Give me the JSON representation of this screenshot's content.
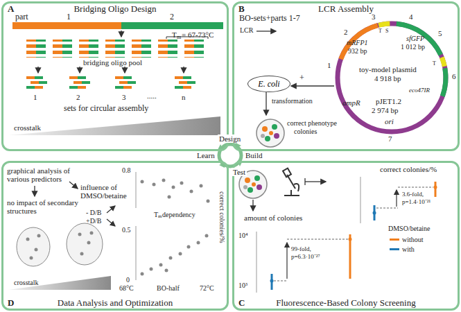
{
  "diagram": {
    "nodes": [
      {
        "text": [
          "A",
          "Bridging Oligo Design"
        ]
      },
      {
        "text": [
          "B",
          "LCR Assembly"
        ]
      },
      {
        "text": [
          "E. coli"
        ],
        "in": 1
      },
      {
        "text": [
          "D",
          "Data Analysis and Optimization"
        ]
      },
      {
        "text": [
          "C",
          "Fluorescence-Based Colony Screening"
        ]
      }
    ],
    "labels": [
      "part",
      "1",
      "2",
      "T",
      "m",
      "= 67-73°C",
      "bridging oligo pool",
      "1",
      "2",
      "3",
      ".....",
      "n",
      "sets for circular assembly",
      "crosstalk",
      "BO-sets+parts 1-7",
      "LCR",
      "1",
      "2",
      "3",
      "4",
      "5",
      "6",
      "7",
      "T",
      "S",
      "T",
      "mRFP1",
      "932 bp",
      "sfGFP",
      "1 012 bp",
      "toy-model plasmid",
      "4 918 bp",
      "eco47IR",
      "ampR",
      "pJET1.2",
      "2 974 bp",
      "ori",
      "+",
      "transformation",
      "correct phenotype",
      "colonies",
      "Design",
      "Build",
      "Learn",
      "Test",
      "graphical analysis of various predictors",
      "no impact of secondary structures",
      "influence of DMSO/betaine",
      "- D/B",
      "+D/B",
      "0.8",
      "T",
      "m",
      "dependency",
      "correct colonies/%",
      "0.5",
      "0",
      "68°C",
      "BO-half",
      "72°C",
      "crosstalk",
      "amount of colonies",
      "10⁴",
      "10³",
      "99-fold,",
      "p=6.3·10⁻²⁷",
      "correct colonies/%",
      "3.6-fold,",
      "p=1.4·10⁻²¹",
      "DMSO/betaine"
    ],
    "legend": [
      {
        "text": "without",
        "color": "#f07f1e"
      },
      {
        "text": "with",
        "color": "#1f78b4"
      }
    ]
  }
}
